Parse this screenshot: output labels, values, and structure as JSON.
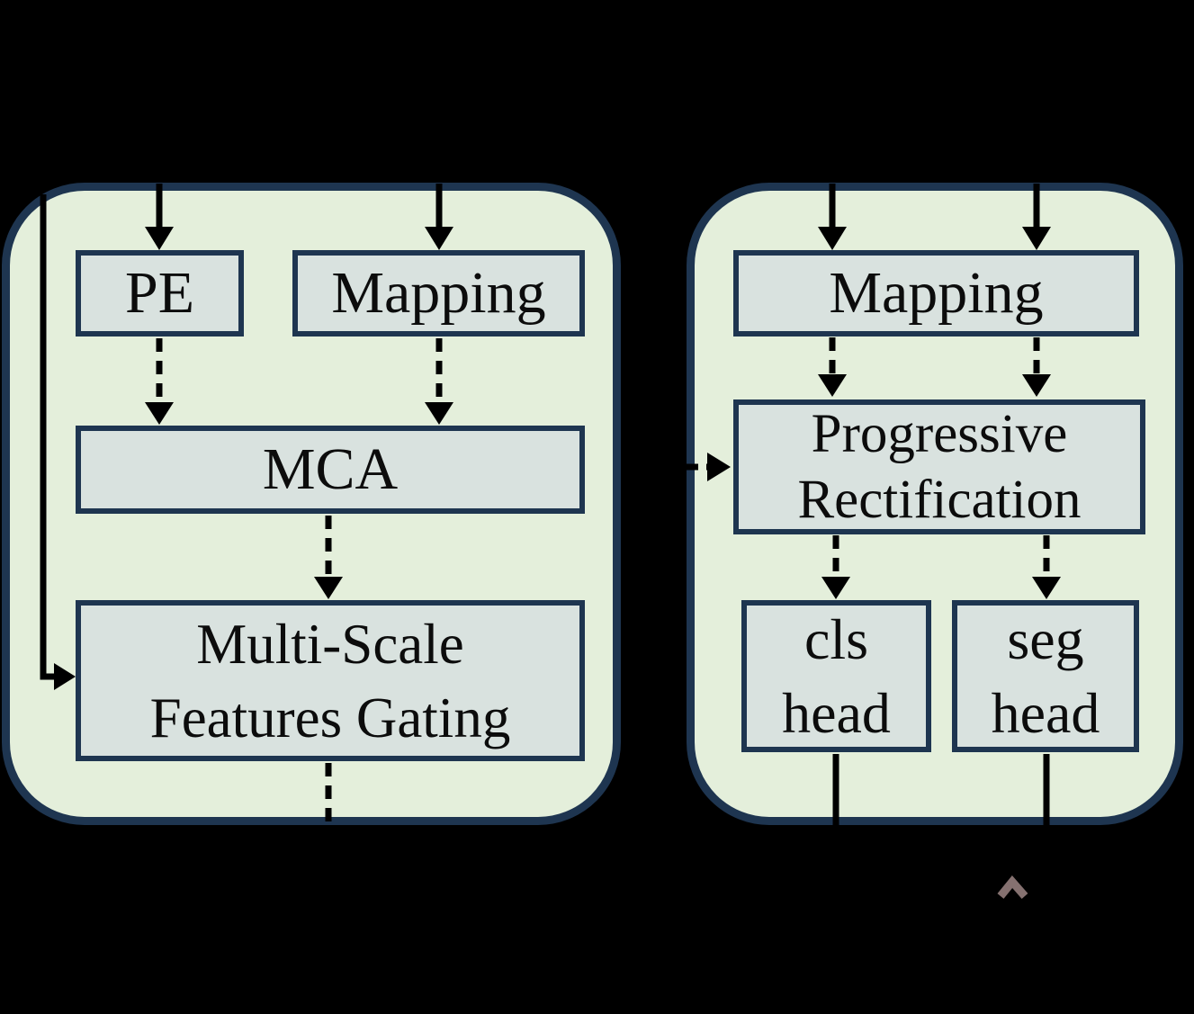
{
  "figure": {
    "type": "architecture-diagram",
    "background_color": "#000000"
  },
  "colors": {
    "module_fill": "#e4efdb",
    "module_border": "#1e3550",
    "node_fill": "#d9e2df",
    "node_border": "#1e3550",
    "arrow": "#000000",
    "text": "#0c0c0c",
    "caret": "#857170"
  },
  "left_module": {
    "boxes": {
      "pe": {
        "label": "PE"
      },
      "mapping": {
        "label": "Mapping"
      },
      "mca": {
        "label": "MCA"
      },
      "gating": {
        "line1": "Multi-Scale",
        "line2": "Features Gating"
      }
    }
  },
  "right_module": {
    "boxes": {
      "mapping": {
        "label": "Mapping"
      },
      "rectification": {
        "line1": "Progressive",
        "line2": "Rectification"
      },
      "cls_head": {
        "line1": "cls",
        "line2": "head"
      },
      "seg_head": {
        "line1": "seg",
        "line2": "head"
      }
    }
  },
  "decorations": {
    "caret_glyph": "^"
  },
  "connections": [
    {
      "from": "top-input-1",
      "to": "PE",
      "style": "solid-arrow"
    },
    {
      "from": "top-input-2",
      "to": "Mapping (left)",
      "style": "solid-arrow"
    },
    {
      "from": "top-input-1",
      "to": "Multi-Scale Features Gating",
      "style": "solid-arrow-skip-left"
    },
    {
      "from": "PE",
      "to": "MCA",
      "style": "dashed-arrow"
    },
    {
      "from": "Mapping (left)",
      "to": "MCA",
      "style": "dashed-arrow"
    },
    {
      "from": "MCA",
      "to": "Multi-Scale Features Gating",
      "style": "dashed-arrow"
    },
    {
      "from": "Multi-Scale Features Gating",
      "to": "bottom-output",
      "style": "dashed-line"
    },
    {
      "from": "top-input-3",
      "to": "Mapping (right)",
      "style": "solid-arrow"
    },
    {
      "from": "top-input-4",
      "to": "Mapping (right)",
      "style": "solid-arrow"
    },
    {
      "from": "Mapping (right)",
      "to": "Progressive Rectification",
      "style": "dashed-arrow",
      "count": 2
    },
    {
      "from": "left-external",
      "to": "Progressive Rectification",
      "style": "dashed-arrow"
    },
    {
      "from": "Progressive Rectification",
      "to": "cls head",
      "style": "dashed-arrow"
    },
    {
      "from": "Progressive Rectification",
      "to": "seg head",
      "style": "dashed-arrow"
    },
    {
      "from": "cls head",
      "to": "bottom-output",
      "style": "solid-line"
    },
    {
      "from": "seg head",
      "to": "bottom-output",
      "style": "solid-line"
    }
  ]
}
